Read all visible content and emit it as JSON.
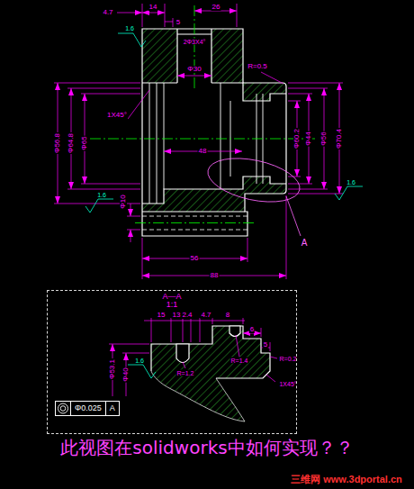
{
  "diagram": {
    "caption": "此视图在solidworks中如何实现？？",
    "nodes": [
      {
        "text": [
          "A—A",
          "1:1"
        ]
      },
      {
        "text": [
          "Φ0.025",
          "A"
        ],
        "in": 0
      }
    ],
    "labels": [
      "4.7",
      "14",
      "5",
      "26",
      "2Φ3X4°",
      "Φ30",
      "R=0.5",
      "1X45°",
      "Φ56.8",
      "Φ64.8",
      "Φ65",
      "48",
      "Φ60.2",
      "Φ44",
      "Φ56",
      "Φ70.4",
      "Φ10",
      "56",
      "88",
      "A",
      "15",
      "13",
      "2.4",
      "4.7",
      "8",
      "6",
      "5",
      "R=1.2",
      "R=1.4",
      "R=0.2",
      "1X45°",
      "Φ53.1",
      "Φ40",
      "1.6",
      "1.6",
      "1.6",
      "1.6",
      "三维网 www.3dportal.cn"
    ]
  }
}
